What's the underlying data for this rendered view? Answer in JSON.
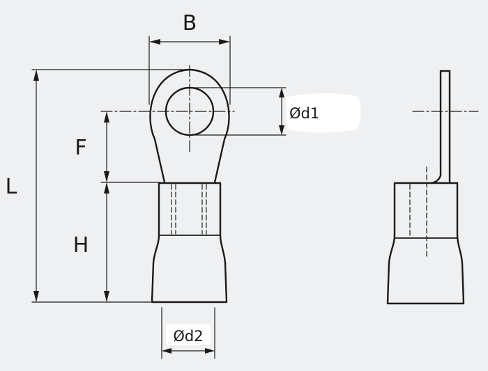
{
  "labels": {
    "B": "B",
    "L": "L",
    "F": "F",
    "H": "H",
    "d1": "Ød1",
    "d2": "Ød2"
  }
}
